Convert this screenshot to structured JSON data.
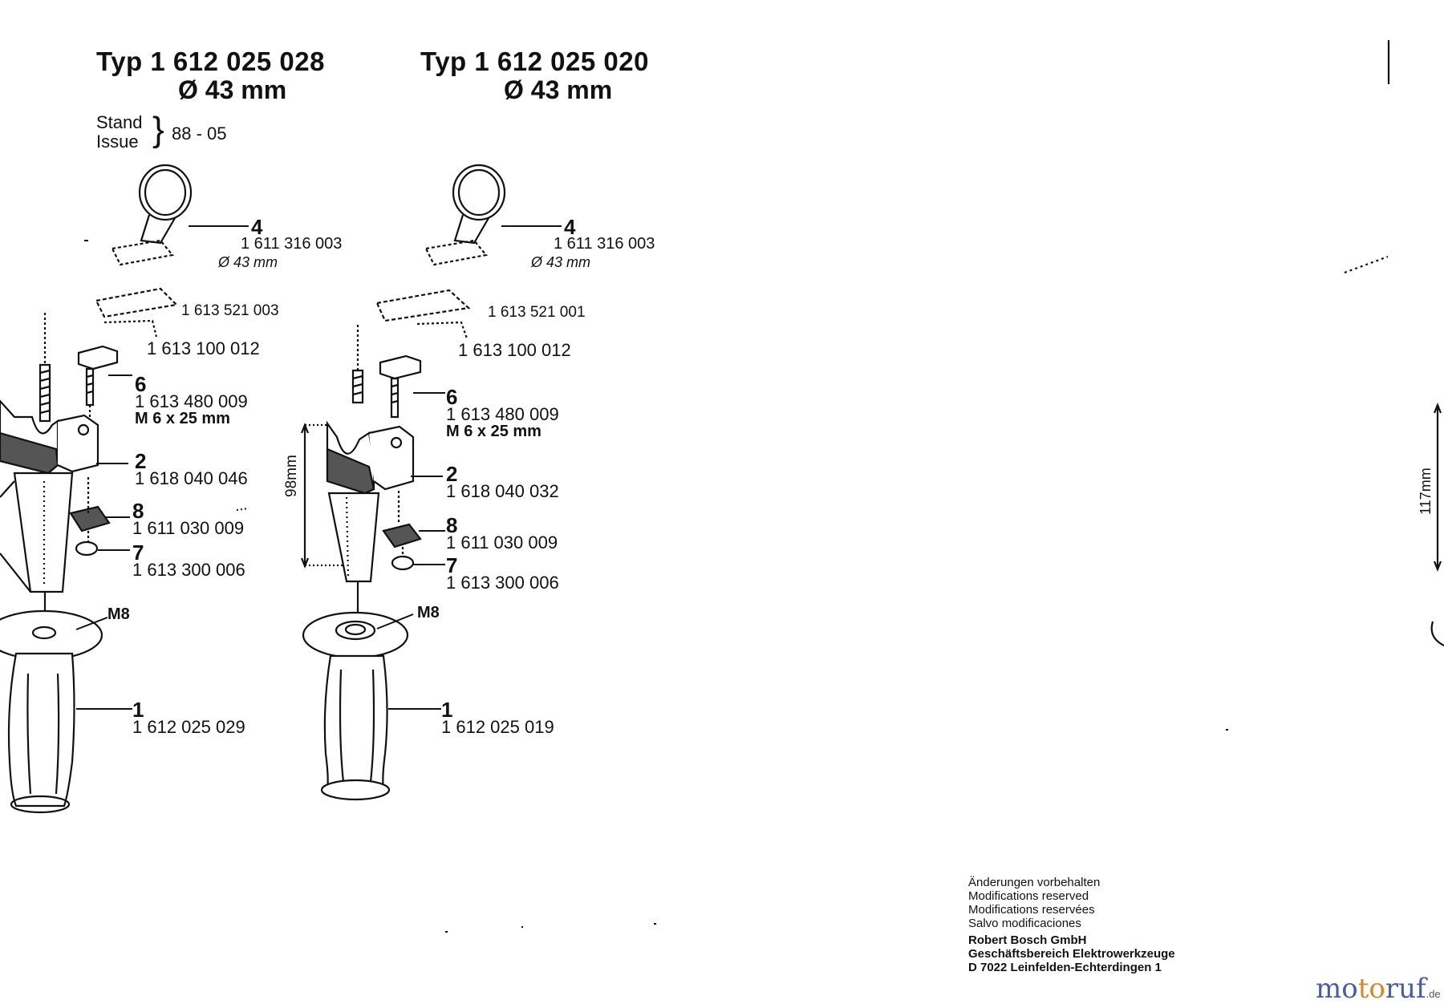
{
  "left": {
    "title": "Typ  1 612 025 028",
    "diameter": "Ø 43 mm",
    "stand_label": "Stand",
    "issue_label": "Issue",
    "stand_value": "88 - 05",
    "parts": {
      "p4_no": "4",
      "p4_ref": "1 611 316 003",
      "p4_size": "Ø 43 mm",
      "p_ref2": "1 613 521 003",
      "p_screw": "1 613 100 012",
      "p6_no": "6",
      "p6_ref": "1 613 480 009",
      "p6_spec": "M 6 x 25 mm",
      "p2_no": "2",
      "p2_ref": "1 618 040 046",
      "p8_no": "8",
      "p8_ref": "1 611 030 009",
      "p7_no": "7",
      "p7_ref": "1 613 300 006",
      "thread": "M8",
      "p1_no": "1",
      "p1_ref": "1 612 025 029"
    }
  },
  "middle": {
    "title": "Typ  1 612 025 020",
    "diameter": "Ø 43 mm",
    "height_dim": "98mm",
    "parts": {
      "p4_no": "4",
      "p4_ref": "1 611 316 003",
      "p4_size": "Ø 43 mm",
      "p_ref2": "1 613 521 001",
      "p_screw": "1 613 100 012",
      "p6_no": "6",
      "p6_ref": "1 613 480 009",
      "p6_spec": "M 6 x 25 mm",
      "p2_no": "2",
      "p2_ref": "1 618 040 032",
      "p8_no": "8",
      "p8_ref": "1 611 030 009",
      "p7_no": "7",
      "p7_ref": "1 613 300 006",
      "thread": "M8",
      "p1_no": "1",
      "p1_ref": "1 612 025 019"
    }
  },
  "right": {
    "height_dim": "117mm"
  },
  "footer": {
    "lines": [
      "Änderungen vorbehalten",
      "Modifications reserved",
      "Modifications reservées",
      "Salvo modificaciones"
    ],
    "company": [
      "Robert Bosch GmbH",
      "Geschäftsbereich Elektrowerkzeuge",
      "D 7022 Leinfelden-Echterdingen 1"
    ]
  },
  "watermark": {
    "mo": "mo",
    "to": "to",
    "ruf": "ruf",
    "tld": ".de"
  }
}
